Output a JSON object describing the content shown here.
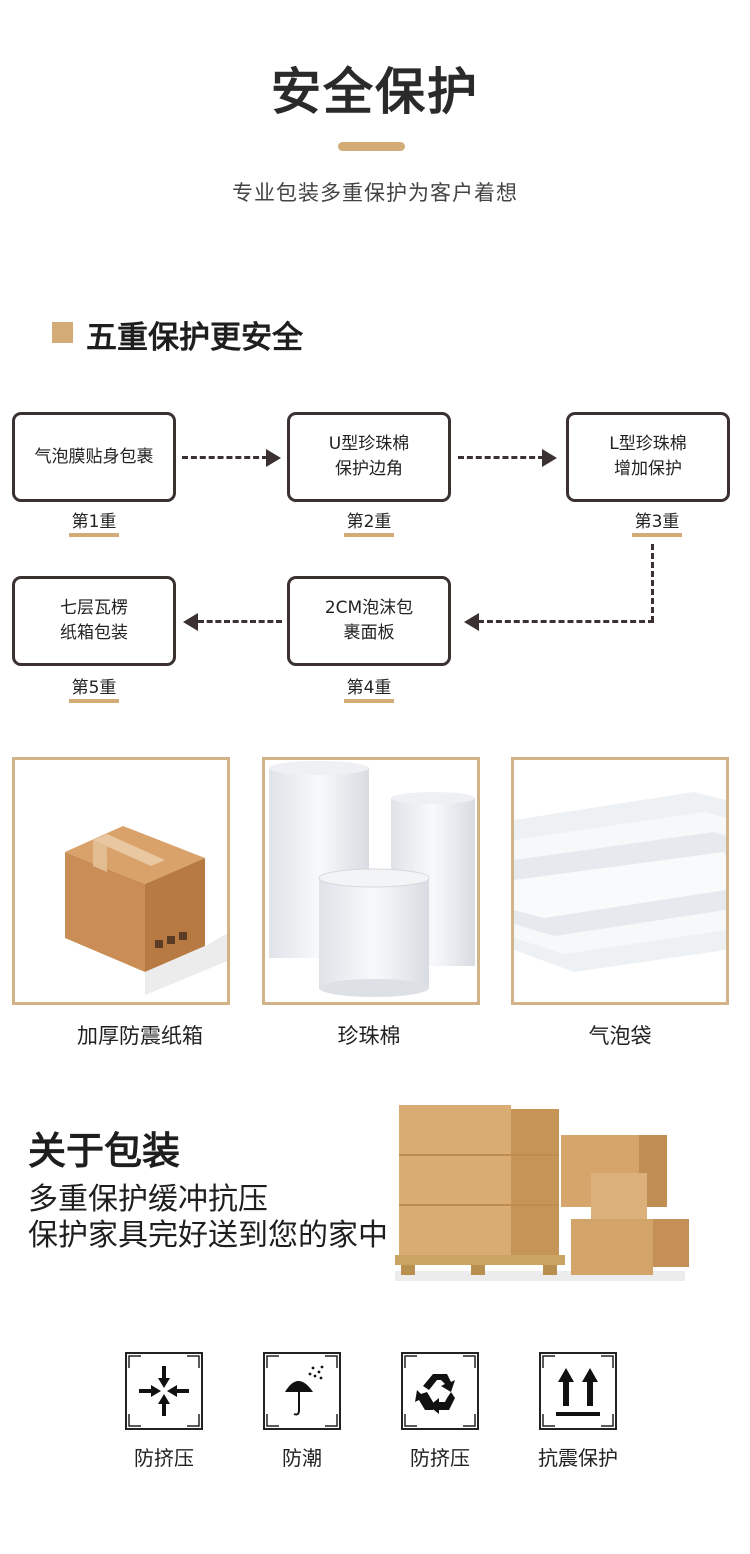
{
  "header": {
    "title": "安全保护",
    "subtitle": "专业包装多重保护为客户着想"
  },
  "section": {
    "title": "五重保护更安全"
  },
  "steps": [
    {
      "text": "气泡膜贴身包裹",
      "label": "第1重"
    },
    {
      "text": "U型珍珠棉\n保护边角",
      "label": "第2重"
    },
    {
      "text": "L型珍珠棉\n增加保护",
      "label": "第3重"
    },
    {
      "text": "2CM泡沫包\n裹面板",
      "label": "第4重"
    },
    {
      "text": "七层瓦楞\n纸箱包装",
      "label": "第5重"
    }
  ],
  "materials": [
    {
      "caption": "加厚防震纸箱",
      "icon": "carton-box-image"
    },
    {
      "caption": "珍珠棉",
      "icon": "foam-rolls-image"
    },
    {
      "caption": "气泡袋",
      "icon": "bubble-bags-image"
    }
  ],
  "about": {
    "title": "关于包装",
    "line1": "多重保护缓冲抗压",
    "line2": "保护家具完好送到您的家中"
  },
  "icons": [
    {
      "caption": "防挤压",
      "icon": "compression-icon"
    },
    {
      "caption": "防潮",
      "icon": "umbrella-rain-icon"
    },
    {
      "caption": "防挤压",
      "icon": "recycle-icon"
    },
    {
      "caption": "抗震保护",
      "icon": "this-way-up-icon"
    }
  ],
  "colors": {
    "accent": "#d2ab77",
    "border": "#3a3130",
    "text": "#222222"
  }
}
